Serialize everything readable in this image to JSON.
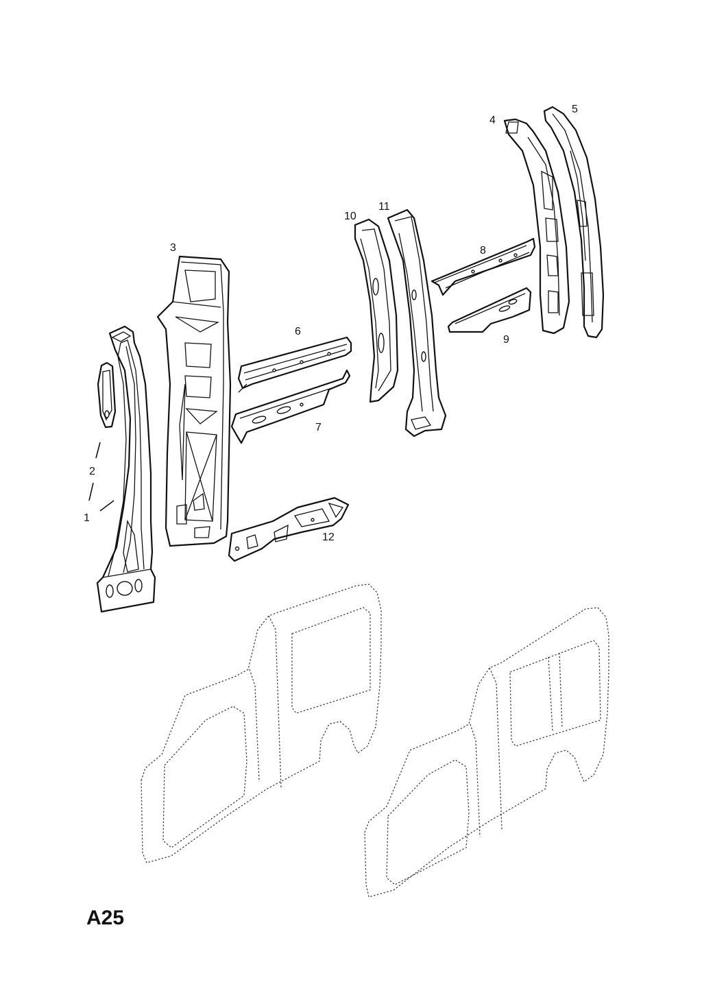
{
  "callouts": {
    "c1": "1",
    "c2": "2",
    "c3": "3",
    "c4": "4",
    "c5": "5",
    "c6": "6",
    "c7": "7",
    "c8": "8",
    "c9": "9",
    "c10": "10",
    "c11": "11",
    "c12": "12"
  },
  "page_code": "A25"
}
